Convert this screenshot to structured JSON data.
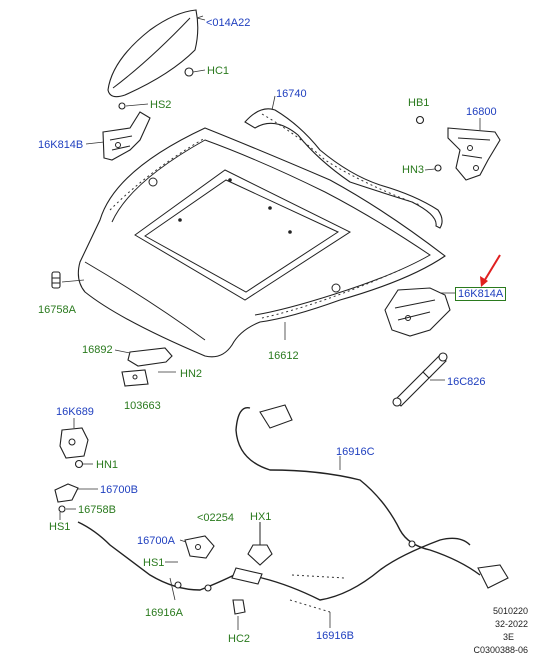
{
  "labels": {
    "p_014A22": "<014A22",
    "hc1": "HC1",
    "hs2": "HS2",
    "p16K814B": "16K814B",
    "p16740": "16740",
    "hb1": "HB1",
    "p16800": "16800",
    "hn3": "HN3",
    "p16K814A": "16K814A",
    "p16758A": "16758A",
    "p16612": "16612",
    "p16892": "16892",
    "hn2": "HN2",
    "p103663": "103663",
    "p16C826": "16C826",
    "p16K689": "16K689",
    "hn1": "HN1",
    "p16700B": "16700B",
    "p16758B": "16758B",
    "hs1_a": "HS1",
    "p16916C": "16916C",
    "p16700A": "16700A",
    "p_02254": "<02254",
    "hx1": "HX1",
    "hs1_b": "HS1",
    "p16916A": "16916A",
    "hc2": "HC2",
    "p16916B": "16916B"
  },
  "footer": {
    "line1": "5010220",
    "line2": "32-2022",
    "line3": "3E",
    "line4": "C0300388-06"
  },
  "colors": {
    "part_number": "#1f3fbf",
    "fastener_code": "#2a7a1e",
    "callout_arrow": "#e02020"
  }
}
